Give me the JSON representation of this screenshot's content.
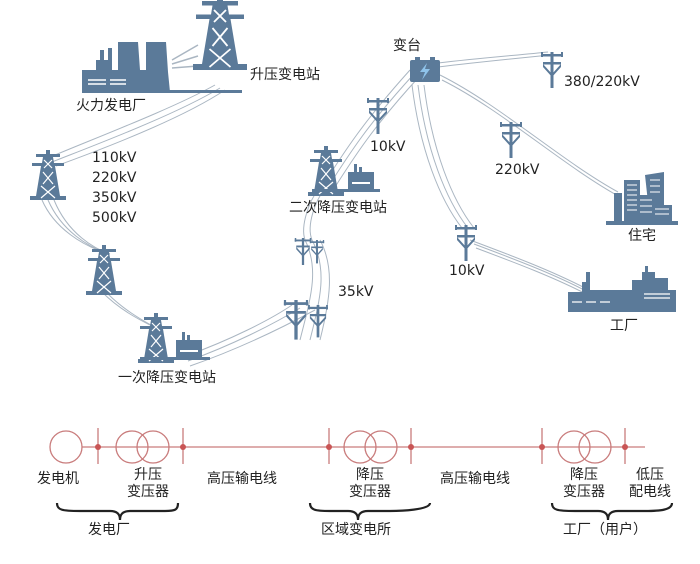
{
  "colors": {
    "icon": "#5b7a99",
    "wire": "#aab6c2",
    "schematic_line": "#c97c7c",
    "schematic_node": "#c95555",
    "battery_bolt": "#8fc3ea"
  },
  "illustration": {
    "power_plant": "火力发电厂",
    "step_up_station": "升压变电站",
    "transmission_voltages": [
      "110kV",
      "220kV",
      "350kV",
      "500kV"
    ],
    "primary_step_down_station": "一次降压变电站",
    "secondary_step_down_station": "二次降压变电站",
    "voltage_35kv": "35kV",
    "voltage_10kv_top": "10kV",
    "transformer_platform": "变台",
    "voltage_380_220": "380/220kV",
    "voltage_220kv": "220kV",
    "voltage_10kv_bottom": "10kV",
    "residential": "住宅",
    "factory": "工厂"
  },
  "schematic": {
    "generator": "发电机",
    "step_up_transformer": [
      "升压",
      "变压器"
    ],
    "hv_line_1": "高压输电线",
    "step_down_transformer_1": [
      "降压",
      "变压器"
    ],
    "hv_line_2": "高压输电线",
    "step_down_transformer_2": [
      "降压",
      "变压器"
    ],
    "lv_distribution_line": [
      "低压",
      "配电线"
    ],
    "group_power_plant": "发电厂",
    "group_regional_substation": "区域变电所",
    "group_factory_user": "工厂（用户）"
  }
}
